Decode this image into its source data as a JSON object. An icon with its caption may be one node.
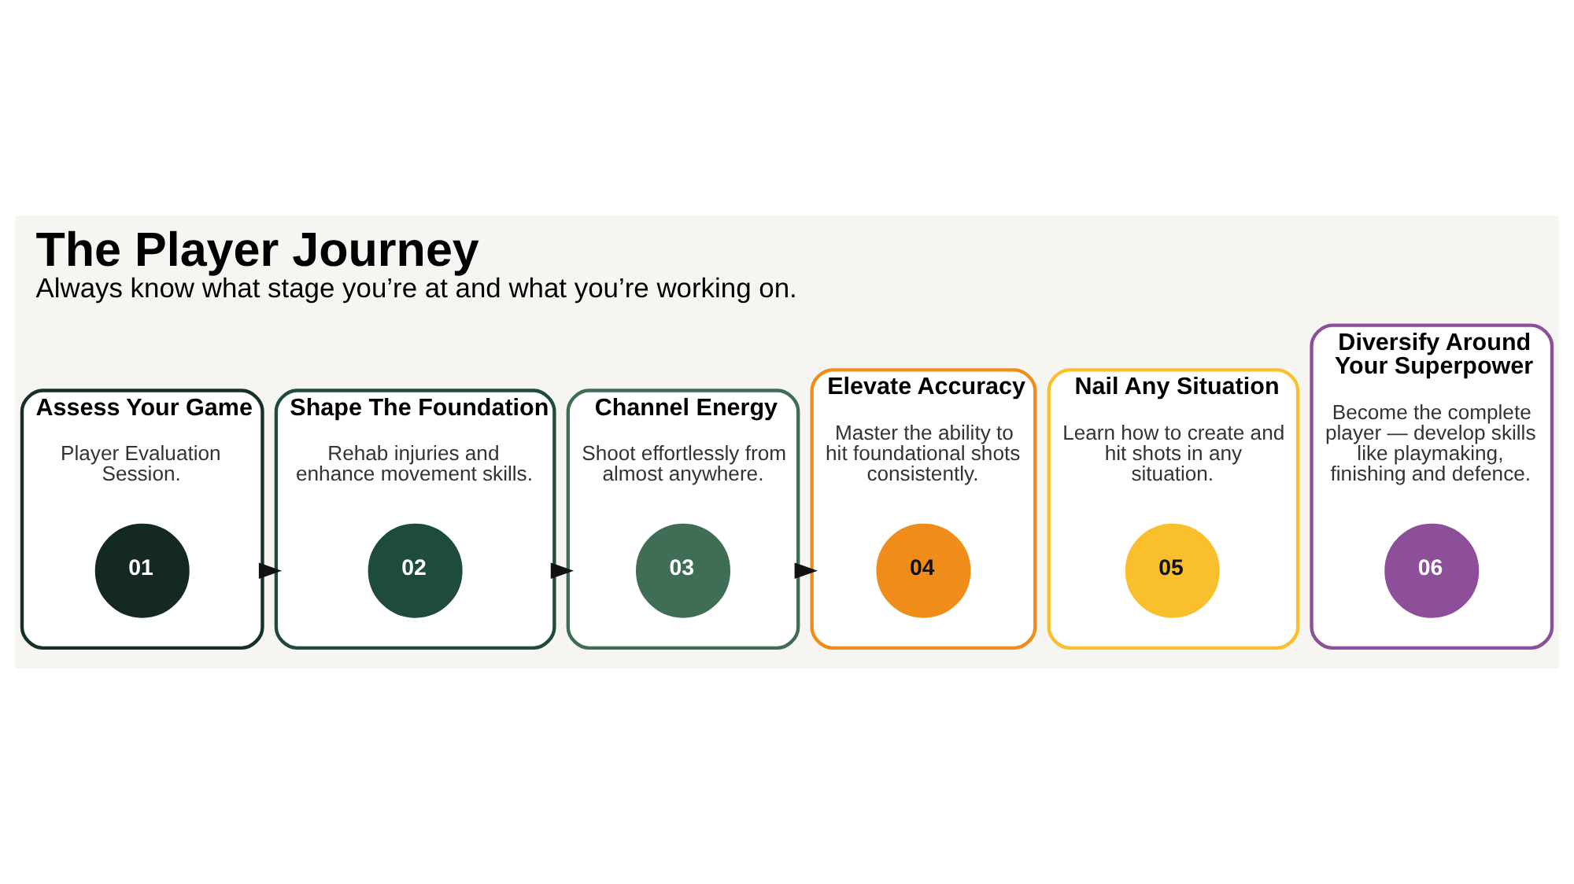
{
  "diagram": {
    "title": "The Player Journey",
    "caption": "Always know what stage you’re at and what you’re working on.",
    "nodes": [
      {
        "text": [
          "Assess Your Game",
          "Player Evaluation Session."
        ]
      },
      {
        "text": [
          "01"
        ],
        "in": 0
      },
      {
        "text": [
          "Shape The Foundation",
          "Rehab injuries and enhance movement skills."
        ]
      },
      {
        "text": [
          "02"
        ],
        "in": 2
      },
      {
        "text": [
          "Channel Energy",
          "Shoot effortlessly from almost anywhere."
        ]
      },
      {
        "text": [
          "03"
        ],
        "in": 4
      },
      {
        "text": [
          "Elevate Accuracy",
          "Master the ability to hit foundational shots consistently."
        ]
      },
      {
        "text": [
          "04"
        ],
        "in": 6
      },
      {
        "text": [
          "Nail Any Situation",
          "Learn how to create and hit shots in any situation."
        ]
      },
      {
        "text": [
          "05"
        ],
        "in": 8
      },
      {
        "text": [
          "Diversify Around Your Superpower",
          "Become the complete player — develop skills like playmaking, finishing and defence."
        ]
      },
      {
        "text": [
          "06"
        ],
        "in": 10
      }
    ],
    "edges": [
      {
        "from": 0,
        "to": 2,
        "arrow": "to"
      },
      {
        "from": 2,
        "to": 4,
        "arrow": "to"
      },
      {
        "from": 4,
        "to": 6,
        "arrow": "to"
      }
    ]
  }
}
